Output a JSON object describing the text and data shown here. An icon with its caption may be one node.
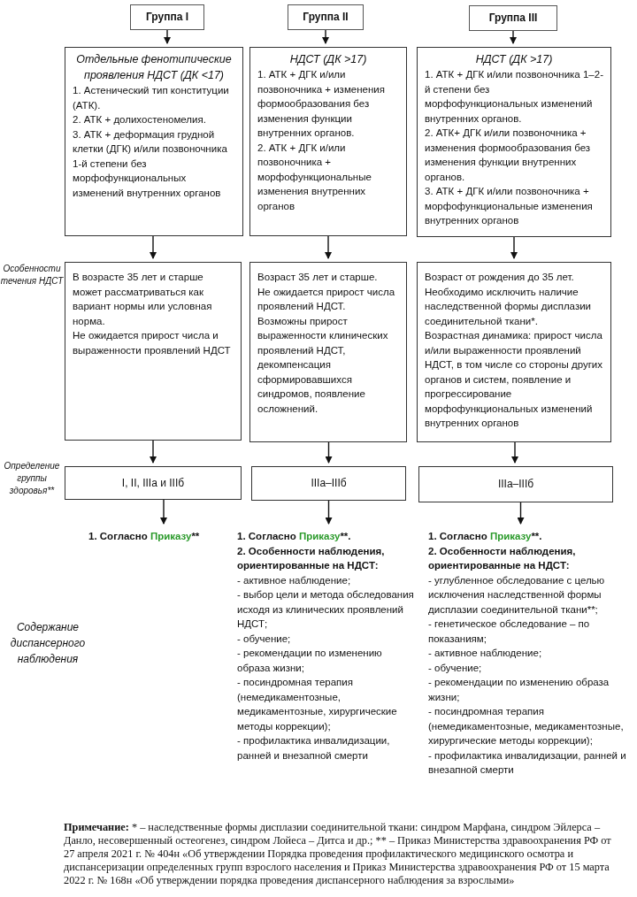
{
  "diagram": {
    "nodes": [
      {
        "text": [
          "Группа I"
        ]
      },
      {
        "text": [
          "Группа II"
        ]
      },
      {
        "text": [
          "Группа III"
        ]
      },
      {
        "text": [
          "Отдельные фенотипические проявления НДСТ (ДК <17)",
          "1. Астенический тип конституции (АТК).",
          "2. АТК + долихостеномелия.",
          "3. АТК + деформация грудной клетки (ДГК) и/или позвоночника 1-й степени без морфофункциональных изменений внутренних органов"
        ]
      },
      {
        "text": [
          "НДСТ (ДК >17)",
          "1. АТК + ДГК и/или позвоночника + изменения формообразования без изменения функции внутренних органов.",
          "2. АТК + ДГК и/или позвоночника + морфофункциональные изменения внутренних органов"
        ]
      },
      {
        "text": [
          "НДСТ (ДК >17)",
          "1. АТК + ДГК и/или позвоночника 1–2-й степени без морфофункциональных изменений внутренних органов.",
          "2. АТК+ ДГК и/или позвоночника + изменения формообразования без изменения функции внутренних органов.",
          "3. АТК + ДГК и/или позвоночника + морфофункциональные изменения внутренних органов"
        ]
      },
      {
        "text": [
          "В возрасте 35 лет и старше может рассматриваться как вариант нормы или условная норма.",
          "Не ожидается прирост числа и выраженности проявлений НДСТ"
        ]
      },
      {
        "text": [
          "Возраст 35 лет и старше.",
          "Не ожидается прирост числа проявлений НДСТ.",
          "Возможны прирост выраженности клинических проявлений НДСТ, декомпенсация сформировавшихся синдромов, появление осложнений."
        ]
      },
      {
        "text": [
          "Возраст от рождения до 35 лет.",
          "Необходимо исключить наличие наследственной формы дисплазии соединительной ткани*.",
          "Возрастная динамика: прирост числа и/или выраженности проявлений НДСТ, в том числе со стороны других органов и систем, появление и прогрессирование морфофункциональных изменений внутренних органов"
        ]
      },
      {
        "text": [
          "I, II, IIIа и IIIб"
        ]
      },
      {
        "text": [
          "IIIа–IIIб"
        ]
      },
      {
        "text": [
          "IIIа–IIIб"
        ]
      },
      {
        "text": [
          "1. Согласно Приказу**"
        ]
      },
      {
        "text": [
          "1. Согласно Приказу**.",
          "2. Особенности наблюдения, ориентированные на НДСТ:",
          "- активное наблюдение;",
          "- выбор цели и метода обследования исходя из клинических проявлений НДСТ;",
          "- обучение;",
          "- рекомендации по изменению образа жизни;",
          "- посиндромная терапия (немедикаментозные, медикаментозные, хирургические методы коррекции);",
          "- профилактика инвалидизации, ранней и внезапной смерти"
        ]
      },
      {
        "text": [
          "1. Согласно Приказу**.",
          "2. Особенности наблюдения, ориентированные на НДСТ:",
          "- углубленное обследование с целью исключения наследственной формы дисплазии соединительной ткани**;",
          "- генетическое обследование – по показаниям;",
          "- активное наблюдение;",
          "- обучение;",
          "- рекомендации по изменению образа жизни;",
          "- посиндромная терапия (немедикаментозные, медикаментозные, хирургические методы коррекции);",
          "- профилактика инвалидизации, ранней и внезапной смерти"
        ]
      }
    ],
    "edges": [
      {
        "from": 0,
        "to": 3,
        "arrow": "to"
      },
      {
        "from": 1,
        "to": 4,
        "arrow": "to"
      },
      {
        "from": 2,
        "to": 5,
        "arrow": "to"
      },
      {
        "from": 3,
        "to": 6,
        "arrow": "to"
      },
      {
        "from": 4,
        "to": 7,
        "arrow": "to"
      },
      {
        "from": 5,
        "to": 8,
        "arrow": "to"
      },
      {
        "from": 6,
        "to": 9,
        "arrow": "to"
      },
      {
        "from": 7,
        "to": 10,
        "arrow": "to"
      },
      {
        "from": 8,
        "to": 11,
        "arrow": "to"
      },
      {
        "from": 9,
        "to": 12,
        "arrow": "to"
      },
      {
        "from": 10,
        "to": 13,
        "arrow": "to"
      },
      {
        "from": 11,
        "to": 14,
        "arrow": "to"
      }
    ],
    "labels": [
      "Особенности течения НДСТ",
      "Определение группы здоровья**",
      "Содержание диспансерного наблюдения",
      "Примечание: * – наследственные формы дисплазии соединительной ткани: синдром Марфана, синдром Эйлерса – Данло, несовершенный остеогенез, синдром Лойеса – Дитса и др.; ** – Приказ Министерства здравоохранения РФ от 27 апреля 2021 г. № 404н «Об утверждении Порядка проведения профилактического медицинского осмотра и диспансеризации определенных групп взрослого населения и Приказ Министерства здравоохранения РФ от 15 марта 2022 г. № 168н «Об утверждении порядка проведения диспансерного наблюдения за взрослыми»"
    ]
  }
}
